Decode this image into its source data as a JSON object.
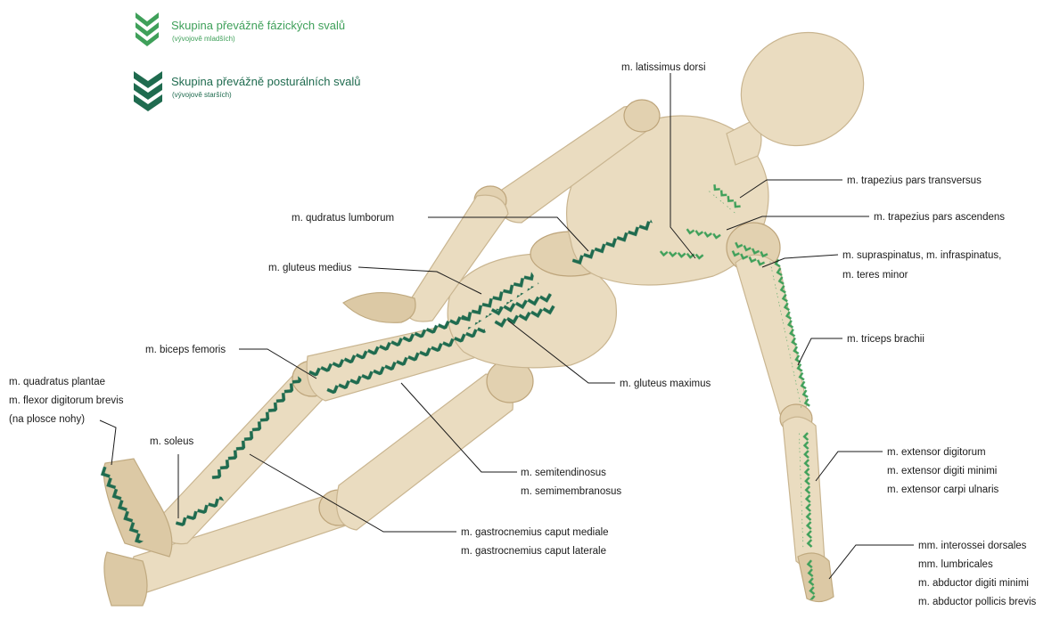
{
  "legend": {
    "phasic_title": "Skupina převážně fázických svalů",
    "phasic_sub": "(vývojově mladších)",
    "phasic_color": "#3fa05a",
    "postural_title": "Skupina převážně posturálních svalů",
    "postural_sub": "(vývojově starších)",
    "postural_color": "#1f6b4f"
  },
  "labels": {
    "latissimus": "m. latissimus dorsi",
    "trap_transversus": "m. trapezius pars transversus",
    "trap_ascendens": "m. trapezius pars ascendens",
    "supraspinatus_1": "m. supraspinatus, m. infraspinatus,",
    "supraspinatus_2": "m. teres minor",
    "quadratus_lumborum": "m. qudratus lumborum",
    "gluteus_medius": "m. gluteus medius",
    "triceps": "m. triceps brachii",
    "biceps_femoris": "m. biceps femoris",
    "gluteus_maximus": "m. gluteus maximus",
    "quadratus_plantae_1": "m. quadratus plantae",
    "quadratus_plantae_2": "m. flexor digitorum brevis",
    "quadratus_plantae_3": "(na plosce nohy)",
    "soleus": "m. soleus",
    "extensor_1": "m. extensor digitorum",
    "extensor_2": "m. extensor digiti minimi",
    "extensor_3": "m. extensor carpi ulnaris",
    "semitendinosus_1": "m. semitendinosus",
    "semitendinosus_2": "m. semimembranosus",
    "gastrocnemius_1": "m. gastrocnemius caput mediale",
    "gastrocnemius_2": "m. gastrocnemius caput laterale",
    "interossei_1": "mm. interossei dorsales",
    "interossei_2": "mm. lumbricales",
    "interossei_3": "m. abductor digiti minimi",
    "interossei_4": "m. abductor pollicis brevis"
  },
  "colors": {
    "wood": "#eadcc0",
    "phasic_green": "#3fa05a",
    "postural_green": "#1f6b4f"
  }
}
